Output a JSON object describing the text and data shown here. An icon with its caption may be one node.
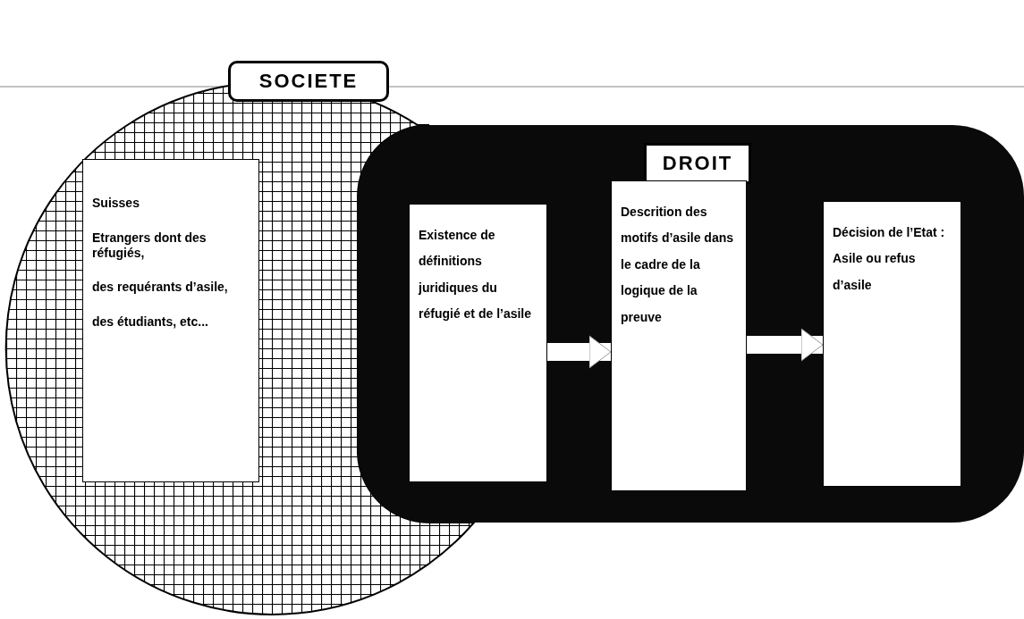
{
  "diagram": {
    "nodes": [
      {
        "text": [
          "SOCIETE"
        ]
      },
      {
        "text": [
          "Suisses",
          "Etrangers dont des réfugiés,",
          "des requérants d’asile,",
          "des étudiants, etc..."
        ],
        "in": 0
      },
      {
        "text": [
          "DROIT"
        ]
      },
      {
        "text": [
          "Existence de définitions juridiques du réfugié et de l’asile"
        ],
        "in": 2
      },
      {
        "text": [
          "Descrition des motifs d’asile dans le cadre de la logique de la preuve"
        ],
        "in": 2
      },
      {
        "text": [
          "Décision de l’Etat : Asile ou refus d’asile"
        ],
        "in": 2
      }
    ],
    "edges": [
      {
        "from": 3,
        "to": 4,
        "arrow": "to"
      },
      {
        "from": 4,
        "to": 5,
        "arrow": "to"
      }
    ]
  }
}
